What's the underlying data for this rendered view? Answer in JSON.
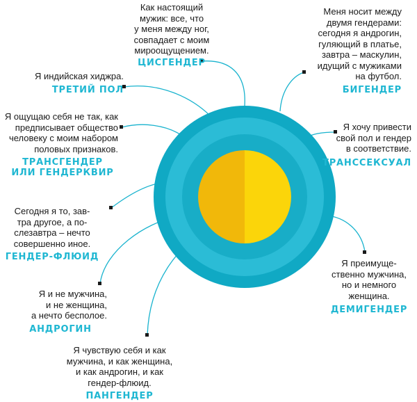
{
  "colors": {
    "ring_outer": "#10a9c4",
    "ring_mid": "#2bbcd6",
    "ring_inner": "#18adc7",
    "core_left": "#f1b80a",
    "core_right": "#fbd50a",
    "term": "#1fb7d2",
    "connector": "#19b3ce"
  },
  "items": [
    {
      "id": "cisgender",
      "desc": "Как настоящий\nмужик: все, что\nу меня между ног,\nсовпадает с моим\nмироощущением.",
      "term": "ЦИСГЕНДЕР"
    },
    {
      "id": "bigender",
      "desc": "Меня носит между\nдвумя гендерами:\nсегодня я андрогин,\nгуляющий в платье,\nзавтра – маскулин,\nидущий с мужиками\nна футбол.",
      "term": "БИГЕНДЕР"
    },
    {
      "id": "third-gender",
      "desc": "Я индийская хиджра.",
      "term": "ТРЕТИЙ ПОЛ"
    },
    {
      "id": "transgender",
      "desc": "Я ощущаю себя не так, как\nпредписывает общество\nчеловеку с моим набором\nполовых признаков.",
      "term": "ТРАНСГЕНДЕР\nИЛИ ГЕНДЕРКВИР"
    },
    {
      "id": "transsexual",
      "desc": "Я хочу привести\nсвой пол и гендер\nв соответствие.",
      "term": "ТРАНССЕКСУАЛ"
    },
    {
      "id": "genderfluid",
      "desc": "Сегодня я то, зав-\nтра другое, а по-\nслезавтра – нечто\nсовершенно иное.",
      "term": "ГЕНДЕР-ФЛЮИД"
    },
    {
      "id": "demigender",
      "desc": "Я преимуще-\nственно мужчина,\nно и немного\nженщина.",
      "term": "ДЕМИГЕНДЕР"
    },
    {
      "id": "androgyne",
      "desc": "Я и не мужчина,\nи не женщина,\nа нечто бесполое.",
      "term": "АНДРОГИН"
    },
    {
      "id": "pangender",
      "desc": "Я чувствую себя и как\nмужчина, и как женщина,\nи как андрогин, и как\nгендер-флюид.",
      "term": "ПАНГЕНДЕР"
    }
  ]
}
